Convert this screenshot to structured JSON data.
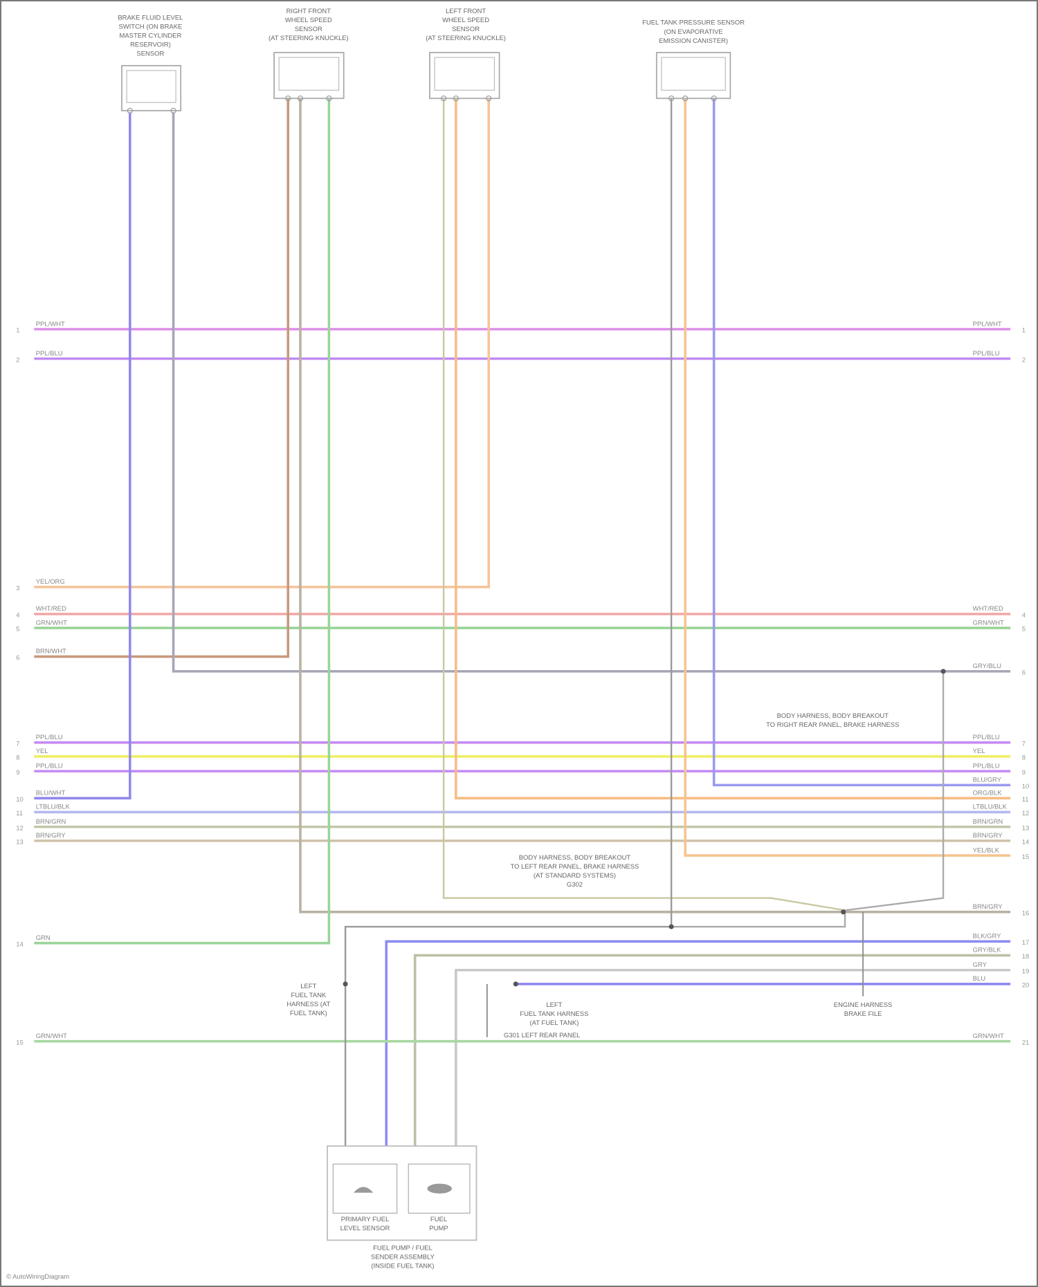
{
  "components": {
    "brake_fluid_switch": {
      "title": [
        "BRAKE FLUID LEVEL",
        "SWITCH (ON BRAKE",
        "MASTER CYLINDER",
        "RESERVOIR)",
        "SENSOR"
      ]
    },
    "right_wheel_speed": {
      "title": [
        "RIGHT FRONT",
        "WHEEL SPEED",
        "SENSOR",
        "(AT STEERING KNUCKLE)"
      ]
    },
    "left_wheel_speed": {
      "title": [
        "LEFT FRONT",
        "WHEEL SPEED",
        "SENSOR",
        "(AT STEERING KNUCKLE)"
      ]
    },
    "fuel_tank_pressure": {
      "title": [
        "FUEL TANK PRESSURE SENSOR",
        "(ON EVAPORATIVE",
        "EMISSION CANISTER)"
      ]
    },
    "fuel_level_sensor": {
      "title": [
        "PRIMARY FUEL",
        "LEVEL SENSOR"
      ]
    },
    "fuel_pump": {
      "title": [
        "FUEL",
        "PUMP"
      ]
    },
    "fuel_pump_assembly": {
      "title": [
        "FUEL PUMP / FUEL",
        "SENDER ASSEMBLY",
        "(INSIDE FUEL TANK)"
      ]
    }
  },
  "wires": [
    {
      "label": "PPL/WHT",
      "pin_left": "1",
      "pin_right": "1",
      "color": "#dd8ee8"
    },
    {
      "label": "PPL/BLU",
      "pin_left": "2",
      "pin_right": "2",
      "color": "#c08af0"
    },
    {
      "label": "YEL/ORG",
      "pin_left": "3",
      "pin_right": "",
      "color": "#f6c49a"
    },
    {
      "label": "WHT/RED",
      "pin_left": "4",
      "pin_right": "4",
      "color": "#f2a6a6"
    },
    {
      "label": "GRN/WHT",
      "pin_left": "5",
      "pin_right": "5",
      "color": "#95d395"
    },
    {
      "label": "BRN/WHT",
      "pin_left": "6",
      "pin_right": "",
      "color": "#c9987c"
    },
    {
      "label": "GRY/BLU",
      "pin_left": "",
      "pin_right": "6",
      "color": "#a6a6b6"
    },
    {
      "label": "PPL/BLU",
      "pin_left": "7",
      "pin_right": "7",
      "color": "#c48af2"
    },
    {
      "label": "YEL",
      "pin_left": "8",
      "pin_right": "8",
      "color": "#eeee66"
    },
    {
      "label": "PPL/BLU",
      "pin_left": "9",
      "pin_right": "9",
      "color": "#c48af2"
    },
    {
      "label": "BLU/GRY",
      "pin_left": "",
      "pin_right": "10",
      "color": "#9a9af0"
    },
    {
      "label": "BLU/WHT",
      "pin_left": "10",
      "pin_right": "",
      "color": "#8f88ee"
    },
    {
      "label": "ORG/BLK",
      "pin_left": "",
      "pin_right": "11",
      "color": "#f6bd84"
    },
    {
      "label": "LTBLU/BLK",
      "pin_left": "11",
      "pin_right": "12",
      "color": "#b4b8ee"
    },
    {
      "label": "BRN/GRN",
      "pin_left": "12",
      "pin_right": "13",
      "color": "#c4c6a8"
    },
    {
      "label": "BRN/GRY",
      "pin_left": "13",
      "pin_right": "14",
      "color": "#cfc2aa"
    },
    {
      "label": "YEL/BLK",
      "pin_left": "",
      "pin_right": "15",
      "color": "#f6c48e"
    },
    {
      "label": "BRN/GRY",
      "pin_left": "",
      "pin_right": "16",
      "color": "#b8b2a2"
    },
    {
      "label": "GRN",
      "pin_left": "14",
      "pin_right": "",
      "color": "#9ad49a"
    },
    {
      "label": "BLK/GRY",
      "pin_left": "",
      "pin_right": "17",
      "color": "#8c8cf0"
    },
    {
      "label": "GRY/BLK",
      "pin_left": "",
      "pin_right": "18",
      "color": "#bdbfa6"
    },
    {
      "label": "GRY",
      "pin_left": "",
      "pin_right": "19",
      "color": "#c8c8c8"
    },
    {
      "label": "BLU",
      "pin_left": "",
      "pin_right": "20",
      "color": "#8c84f2"
    },
    {
      "label": "GRN/WHT",
      "pin_left": "15",
      "pin_right": "21",
      "color": "#a6d8a0"
    }
  ],
  "splices": {
    "s1": [
      "BODY HARNESS, BODY BREAKOUT",
      "TO RIGHT REAR PANEL, BRAKE HARNESS"
    ],
    "s2": [
      "BODY HARNESS, BODY BREAKOUT",
      "TO LEFT REAR PANEL, BRAKE HARNESS",
      "(AT STANDARD SYSTEMS)",
      "G302"
    ],
    "s3": [
      "LEFT",
      "FUEL TANK",
      "HARNESS (AT",
      "FUEL TANK)"
    ],
    "s4": [
      "LEFT",
      "FUEL TANK HARNESS",
      "(AT FUEL TANK)"
    ],
    "s5": [
      "ENGINE HARNESS",
      "BRAKE FILE"
    ],
    "ground": "G301 LEFT REAR PANEL"
  },
  "footer": "© AutoWiringDiagram"
}
